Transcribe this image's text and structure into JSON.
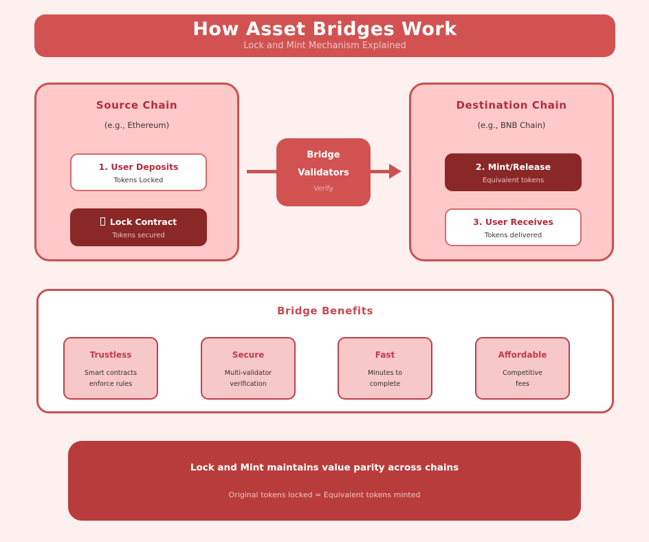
{
  "header": {
    "title": "How Asset Bridges Work",
    "subtitle": "Lock and Mint Mechanism Explained"
  },
  "source_chain": {
    "title": "Source Chain",
    "subtitle": "(e.g., Ethereum)",
    "steps": [
      {
        "title": "1. User Deposits",
        "subtitle": "Tokens Locked",
        "style": "light"
      },
      {
        "title": "Lock Contract",
        "subtitle": "Tokens secured",
        "style": "dark",
        "icon": "lock-missing-glyph-box"
      }
    ]
  },
  "bridge": {
    "line1": "Bridge",
    "line2": "Validators",
    "line3": "Verify"
  },
  "destination_chain": {
    "title": "Destination Chain",
    "subtitle": "(e.g., BNB Chain)",
    "steps": [
      {
        "title": "2. Mint/Release",
        "subtitle": "Equivalent tokens",
        "style": "dark"
      },
      {
        "title": "3. User Receives",
        "subtitle": "Tokens delivered",
        "style": "light"
      }
    ]
  },
  "benefits": {
    "title": "Bridge Benefits",
    "cards": [
      {
        "title": "Trustless",
        "line1": "Smart contracts",
        "line2": "enforce rules"
      },
      {
        "title": "Secure",
        "line1": "Multi-validator",
        "line2": "verification"
      },
      {
        "title": "Fast",
        "line1": "Minutes to",
        "line2": "complete"
      },
      {
        "title": "Affordable",
        "line1": "Competitive",
        "line2": "fees"
      }
    ]
  },
  "footer": {
    "title": "Lock and Mint maintains value parity across chains",
    "subtitle": "Original tokens locked = Equivalent tokens minted"
  },
  "colors": {
    "page_background": "#fdf0ef",
    "banner_red": "#d25252",
    "chain_fill": "#ffc9c9",
    "chain_border": "#c94f4f",
    "dark_red_box": "#8a2727",
    "crimson_title": "#b22c3e",
    "benefits_card_fill": "#f7c8c8",
    "benefits_card_border": "#c43b4b",
    "footer_red": "#b83c3c",
    "arrow": "#c85353"
  }
}
